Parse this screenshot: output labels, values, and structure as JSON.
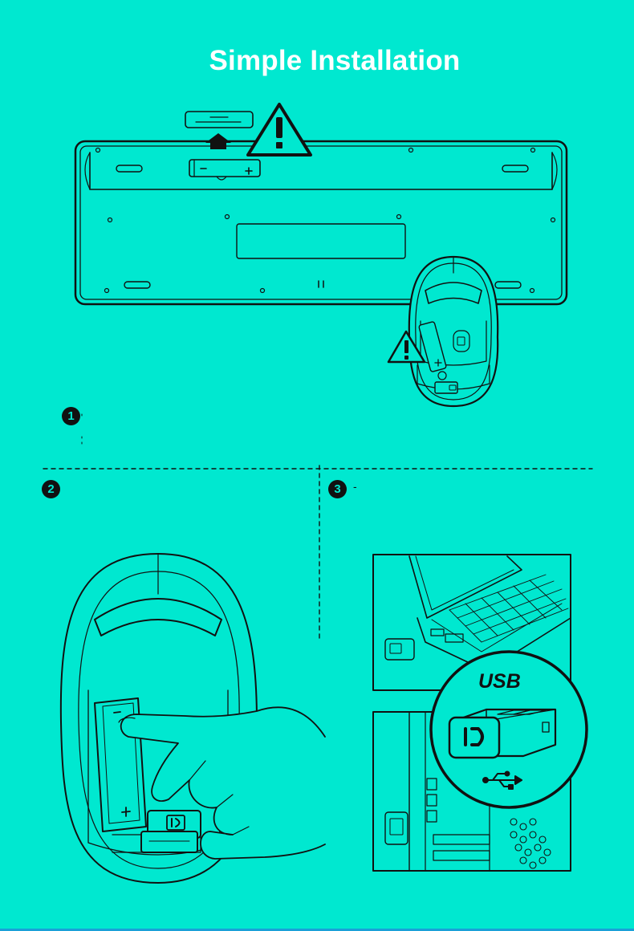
{
  "title": "Simple Installation",
  "steps": [
    "1",
    "2",
    "3"
  ],
  "usb_label": "USB",
  "colors": {
    "background": "#00E8D0",
    "line": "#111111",
    "title": "#ffffff"
  },
  "icons": [
    "warning-icon",
    "battery-icon",
    "usb-receiver-icon",
    "usb-symbol-icon",
    "hand-icon"
  ]
}
